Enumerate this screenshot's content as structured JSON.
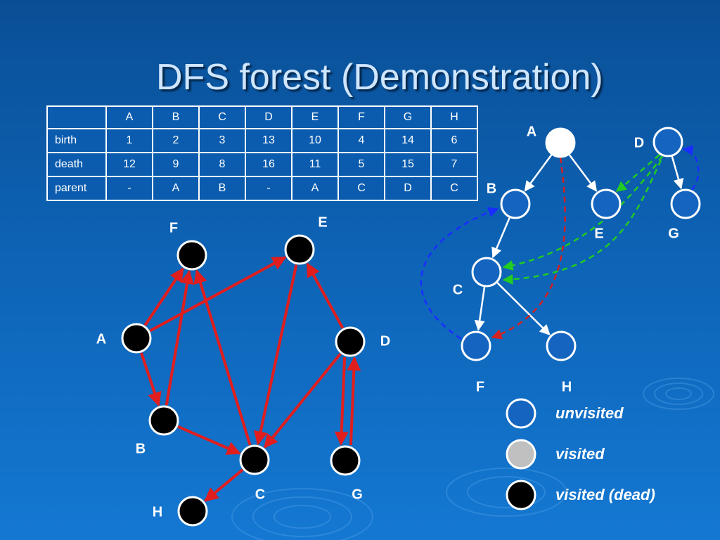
{
  "title": "DFS forest (Demonstration)",
  "table": {
    "headers": [
      "A",
      "B",
      "C",
      "D",
      "E",
      "F",
      "G",
      "H"
    ],
    "rows": [
      {
        "label": "birth",
        "values": [
          "1",
          "2",
          "3",
          "13",
          "10",
          "4",
          "14",
          "6"
        ]
      },
      {
        "label": "death",
        "values": [
          "12",
          "9",
          "8",
          "16",
          "11",
          "5",
          "15",
          "7"
        ]
      },
      {
        "label": "parent",
        "values": [
          "-",
          "A",
          "B",
          "-",
          "A",
          "C",
          "D",
          "C"
        ]
      }
    ]
  },
  "graph": {
    "nodes": {
      "A": {
        "label": "A",
        "state": "dead"
      },
      "B": {
        "label": "B",
        "state": "dead"
      },
      "C": {
        "label": "C",
        "state": "dead"
      },
      "D": {
        "label": "D",
        "state": "dead"
      },
      "E": {
        "label": "E",
        "state": "dead"
      },
      "F": {
        "label": "F",
        "state": "dead"
      },
      "G": {
        "label": "G",
        "state": "dead"
      },
      "H": {
        "label": "H",
        "state": "dead"
      }
    },
    "edges": [
      {
        "from": "A",
        "to": "B"
      },
      {
        "from": "A",
        "to": "F"
      },
      {
        "from": "A",
        "to": "E"
      },
      {
        "from": "B",
        "to": "F"
      },
      {
        "from": "B",
        "to": "C"
      },
      {
        "from": "C",
        "to": "F"
      },
      {
        "from": "C",
        "to": "H"
      },
      {
        "from": "E",
        "to": "C"
      },
      {
        "from": "D",
        "to": "E"
      },
      {
        "from": "D",
        "to": "C"
      },
      {
        "from": "D",
        "to": "G"
      },
      {
        "from": "G",
        "to": "D"
      }
    ]
  },
  "forest": {
    "nodes": {
      "A": {
        "label": "A",
        "state": "visited"
      },
      "B": {
        "label": "B",
        "state": "unvisited"
      },
      "C": {
        "label": "C",
        "state": "unvisited"
      },
      "D": {
        "label": "D",
        "state": "unvisited"
      },
      "E": {
        "label": "E",
        "state": "unvisited"
      },
      "F": {
        "label": "F",
        "state": "unvisited"
      },
      "G": {
        "label": "G",
        "state": "unvisited"
      },
      "H": {
        "label": "H",
        "state": "unvisited"
      }
    },
    "tree_edges": [
      {
        "from": "A",
        "to": "B"
      },
      {
        "from": "A",
        "to": "E"
      },
      {
        "from": "B",
        "to": "C"
      },
      {
        "from": "C",
        "to": "F"
      },
      {
        "from": "C",
        "to": "H"
      },
      {
        "from": "D",
        "to": "G"
      }
    ],
    "back_edges": [
      {
        "from": "F",
        "to": "B",
        "color": "#1a2cff"
      },
      {
        "from": "G",
        "to": "D",
        "color": "#1a2cff"
      }
    ],
    "forward_edges": [
      {
        "from": "A",
        "to": "F",
        "color": "#d42020"
      }
    ],
    "cross_edges": [
      {
        "from": "D",
        "to": "E",
        "color": "#22cc22"
      },
      {
        "from": "D",
        "to": "C",
        "color": "#22cc22"
      },
      {
        "from": "E",
        "to": "C",
        "color": "#22cc22"
      }
    ]
  },
  "legend": [
    {
      "state": "unvisited",
      "label": "unvisited"
    },
    {
      "state": "visited",
      "label": "visited"
    },
    {
      "state": "dead",
      "label": "visited (dead)"
    }
  ],
  "colors": {
    "graph_edge": "#e01e1e",
    "tree_edge": "#ffffff",
    "unvisited_fill": "#1565c0",
    "visited_fill": "#c0c0c0",
    "dead_fill": "#000000",
    "node_stroke": "#ffffff"
  }
}
